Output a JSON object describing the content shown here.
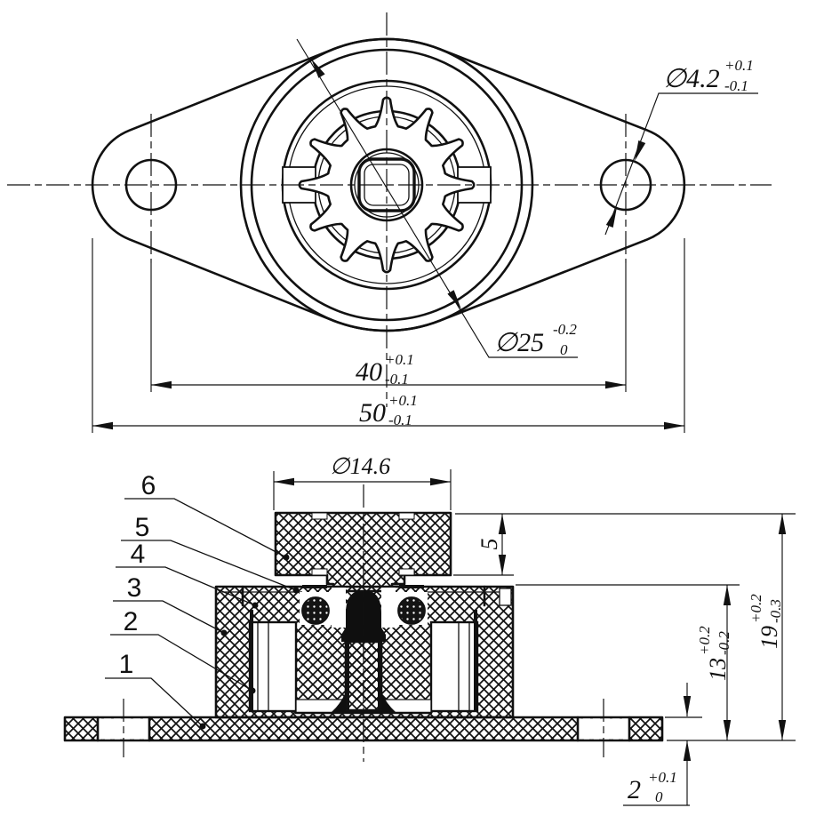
{
  "drawing": {
    "paper_color": "#ffffff",
    "ink_color": "#111111",
    "views": {
      "top": {
        "dim_outer_diameter": {
          "text": "∅25",
          "upper": "-0.2",
          "lower": "0"
        },
        "dim_mount_hole": {
          "text": "∅4.2",
          "upper": "+0.1",
          "lower": "-0.1"
        },
        "dim_hole_spacing": {
          "text": "40",
          "upper": "+0.1",
          "lower": "-0.1"
        },
        "dim_overall_length": {
          "text": "50",
          "upper": "+0.1",
          "lower": "-0.1"
        }
      },
      "section": {
        "dim_gear_diameter": {
          "text": "∅14.6"
        },
        "dim_gear_height": {
          "text": "5"
        },
        "dim_body_height": {
          "text": "13",
          "upper": "+0.2",
          "lower": "-0.2"
        },
        "dim_overall_height": {
          "text": "19",
          "upper": "+0.2",
          "lower": "-0.3"
        },
        "dim_base_thickness": {
          "text": "2",
          "upper": "+0.1",
          "lower": "0"
        },
        "part_callouts": [
          {
            "number": "1"
          },
          {
            "number": "2"
          },
          {
            "number": "3"
          },
          {
            "number": "4"
          },
          {
            "number": "5"
          },
          {
            "number": "6"
          }
        ]
      }
    }
  }
}
